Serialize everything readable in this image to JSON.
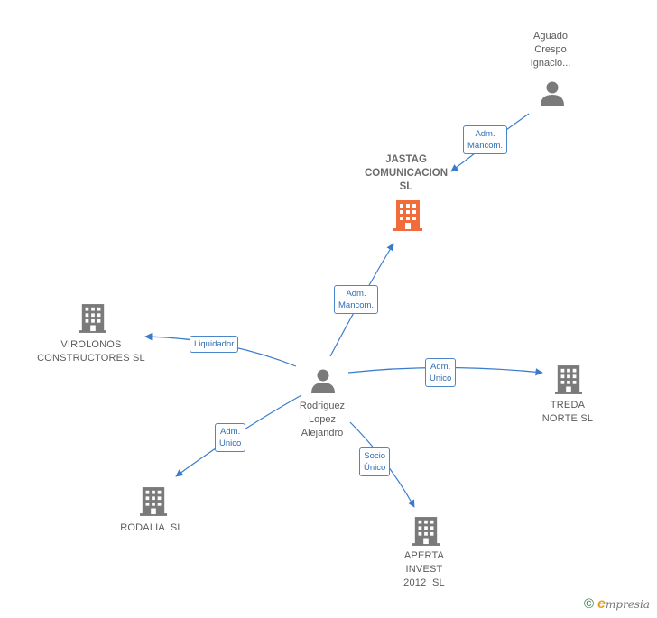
{
  "nodes": {
    "aguado": {
      "label_lines": [
        "Aguado",
        "Crespo",
        "Ignacio..."
      ],
      "type": "person"
    },
    "jastag": {
      "label_lines": [
        "JASTAG",
        "COMUNICACION",
        "SL"
      ],
      "type": "company-main"
    },
    "virolonos": {
      "label_lines": [
        "VIROLONOS",
        "CONSTRUCTORES SL"
      ],
      "type": "company"
    },
    "rodriguez": {
      "label_lines": [
        "Rodriguez",
        "Lopez",
        "Alejandro"
      ],
      "type": "person"
    },
    "treda": {
      "label_lines": [
        "TREDA",
        "NORTE SL"
      ],
      "type": "company"
    },
    "rodalia": {
      "label_lines": [
        "RODALIA  SL"
      ],
      "type": "company"
    },
    "aperta": {
      "label_lines": [
        "APERTA",
        "INVEST",
        "2012  SL"
      ],
      "type": "company"
    }
  },
  "edges": {
    "aguado_jastag": [
      "Adm.",
      "Mancom."
    ],
    "rodriguez_jastag": [
      "Adm.",
      "Mancom."
    ],
    "rodriguez_virolonos": [
      "Liquidador"
    ],
    "rodriguez_treda": [
      "Adm.",
      "Unico"
    ],
    "rodriguez_rodalia": [
      "Adm.",
      "Unico"
    ],
    "rodriguez_aperta": [
      "Socio",
      "Único"
    ]
  },
  "colors": {
    "edge": "#3a7ccc",
    "person_icon": "#7a7a7a",
    "company_icon": "#7a7a7a",
    "main_company_icon": "#f26b3a"
  },
  "footer": {
    "copyright": "©",
    "brand_initial": "e",
    "brand_rest": "mpresia"
  }
}
